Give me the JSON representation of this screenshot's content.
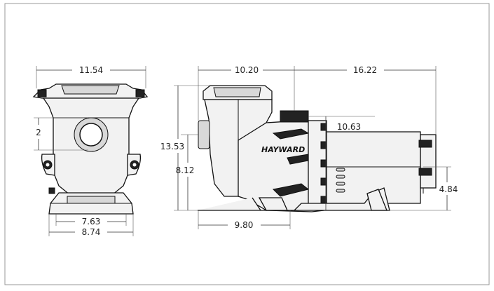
{
  "brand": "HAYWARD",
  "dimensions": {
    "front_width": "11.54",
    "port_size": "2",
    "base_inner": "7.63",
    "base_outer": "8.74",
    "side_width_left": "10.20",
    "side_width_right": "16.22",
    "overall_height": "13.53",
    "inlet_height": "8.12",
    "outlet_height": "10.63",
    "base_length": "9.80",
    "motor_height": "4.84"
  },
  "colors": {
    "frame": "#999999",
    "line": "#111111",
    "body": "#f2f2f2"
  }
}
